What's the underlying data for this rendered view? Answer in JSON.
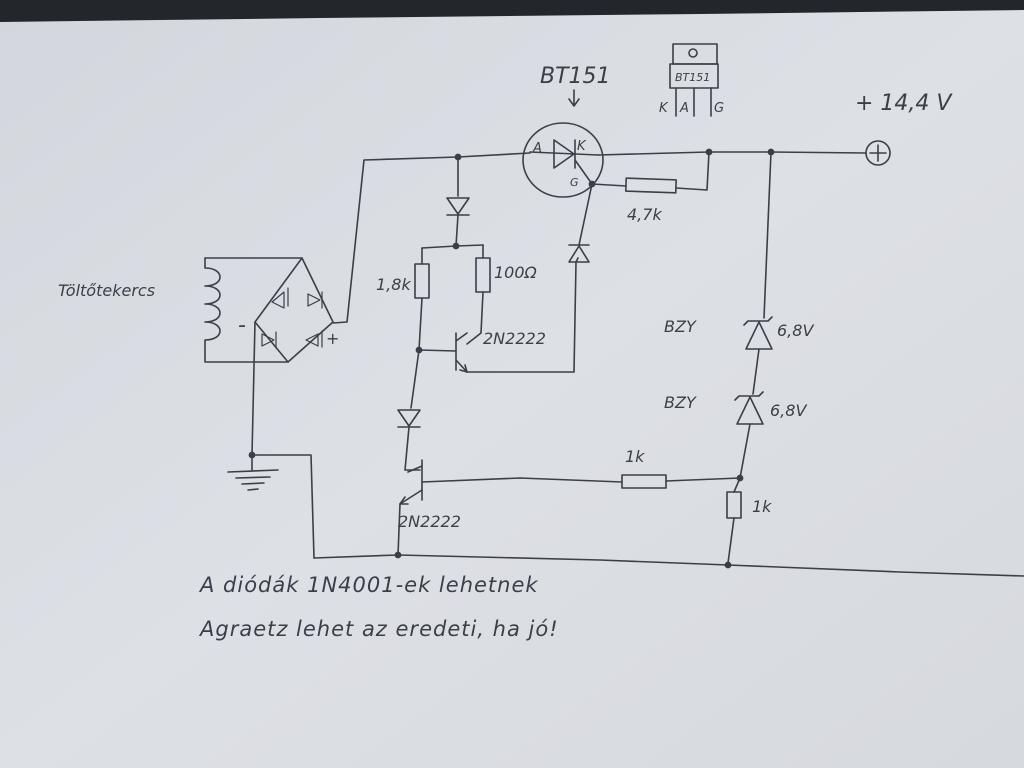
{
  "scene": {
    "background": "#1d2126",
    "paper": "#d8dce2",
    "ink": "#3a3f4a"
  },
  "labels": {
    "thyristor_name": "BT151",
    "thyristor_pin_a": "A",
    "thyristor_pin_k": "K",
    "thyristor_pin_g": "G",
    "package_marking": "BT151",
    "package_pin_k": "K",
    "package_pin_a": "A",
    "package_pin_g": "G",
    "supply_voltage": "+ 14,4 V",
    "winding": "Töltőtekercs",
    "rect_minus": "-",
    "rect_plus": "+",
    "r_gate": "4,7k",
    "r_18k": "1,8k",
    "r_100": "100Ω",
    "q1": "2N2222",
    "q2": "2N2222",
    "z1_type": "BZY",
    "z1_value": "6,8V",
    "z2_type": "BZY",
    "z2_value": "6,8V",
    "r_1k_h": "1k",
    "r_1k_v": "1k",
    "note_line1": "A diódák 1N4001-ek lehetnek",
    "note_line2": "Agraetz lehet az eredeti, ha jó!"
  }
}
